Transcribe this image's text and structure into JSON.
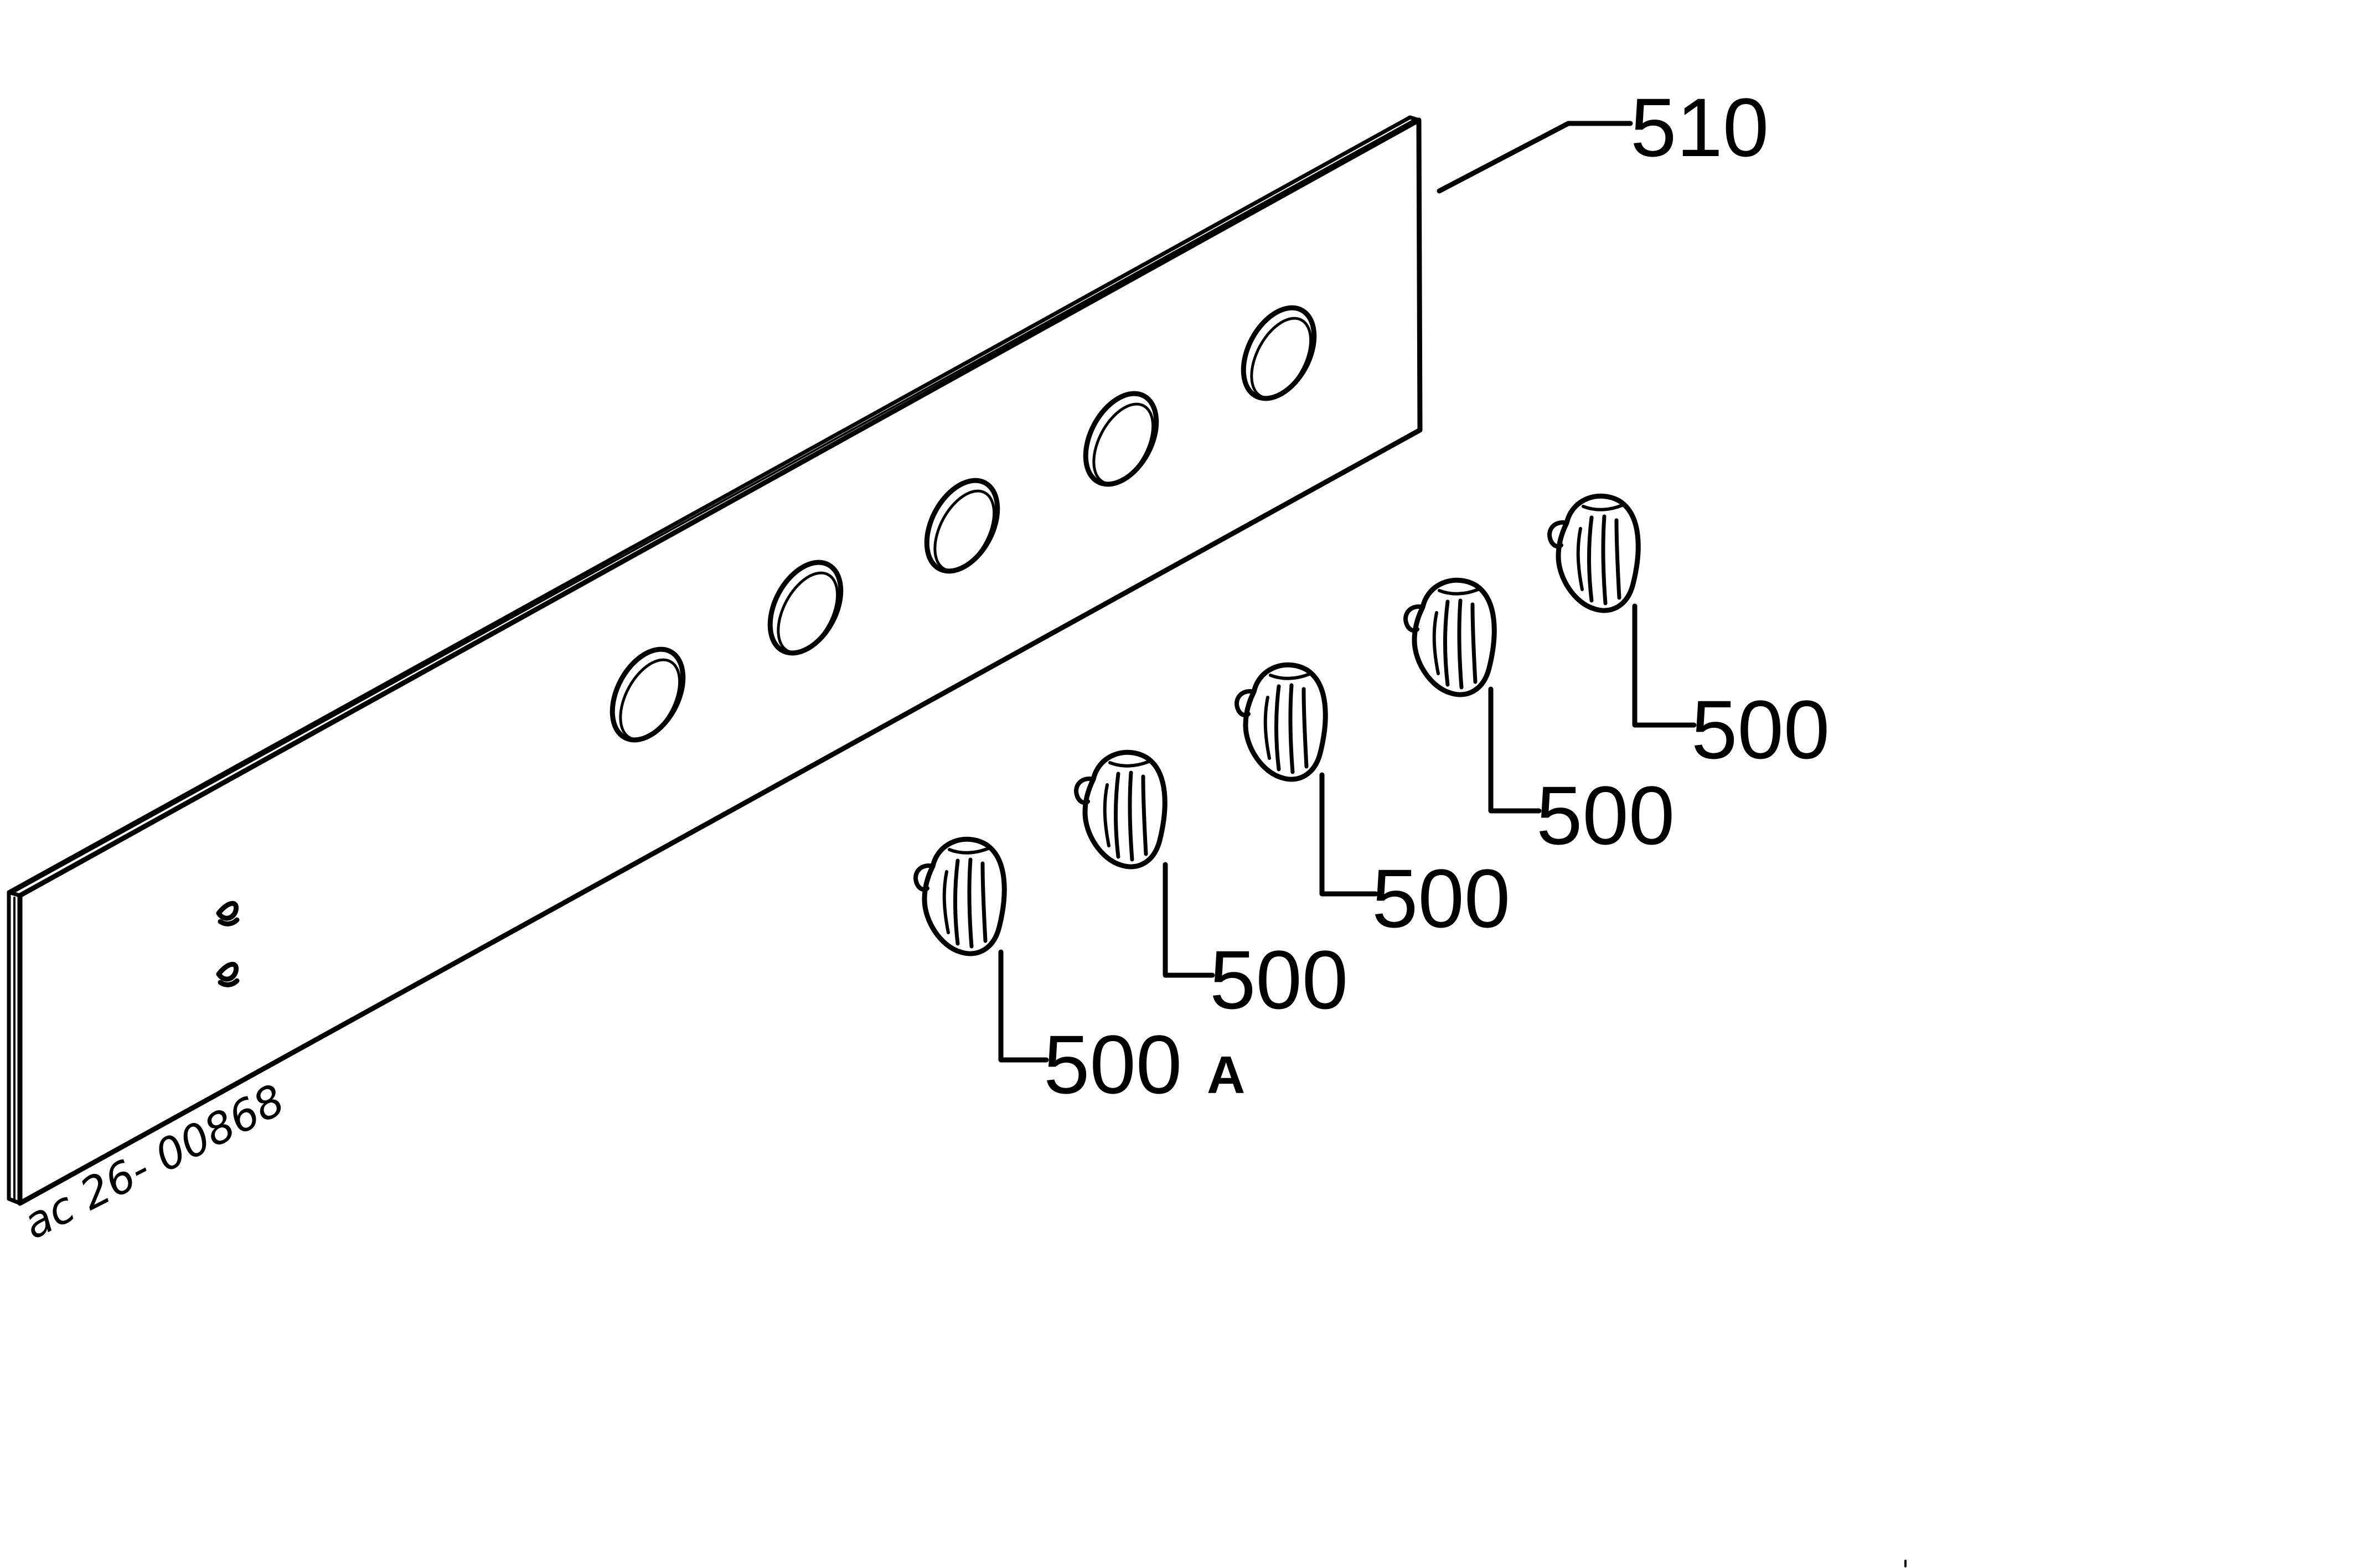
{
  "diagram": {
    "parts": {
      "panel": {
        "number": "510"
      },
      "knob_special": {
        "number": "500",
        "suffix": "A"
      },
      "knobs": [
        {
          "number": "500"
        },
        {
          "number": "500"
        },
        {
          "number": "500"
        },
        {
          "number": "500"
        }
      ]
    },
    "drawing_code": "ac 26-  00868",
    "colors": {
      "ink": "#000000",
      "background": "#ffffff"
    }
  }
}
